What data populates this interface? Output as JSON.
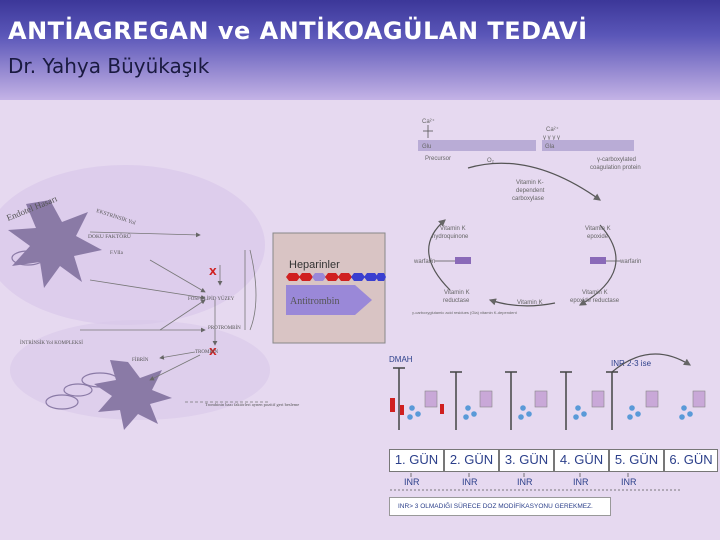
{
  "slide": {
    "title": "ANTİAGREGAN ve ANTİKOAGÜLAN TEDAVİ",
    "subtitle": "Dr. Yahya Büyükaşık"
  },
  "coag_diagram": {
    "label_endothel": "Endotel Hasarı",
    "label_extrinsic": "EKSTRİNSİK Yol",
    "label_tissue_factor": "DOKU FAKTÖRÜ",
    "label_f7": "F.VIIa",
    "label_phospholipid": "FOSFOLİPİD YÜZEY",
    "label_intrinsic": "İNTRİNSİK Yol KOMPLEKSİ",
    "label_prothrombin": "PROTROMBİN",
    "label_thrombin": "TROMBİN",
    "label_fibrin": "FİBRİN",
    "label_caption": "Trombinin bazı faktörleri aynen pozitif geri besleme"
  },
  "heparin_box": {
    "label_heparin": "Heparinler",
    "label_antithrombin": "Antitrombin"
  },
  "vitk_cycle": {
    "ca_top": "Ca²⁺",
    "ca_right": "Ca²⁺",
    "gammas": "γ γ γ γ",
    "glu": "Glu",
    "gla": "Gla",
    "precursor": "Precursor",
    "o2": "O₂",
    "gamma_carboxylated": "γ-carboxylated coagulation protein",
    "carboxylase": "Vitamin K-dependent carboxylase",
    "hydroquinone": "Vitamin K hydroquinone",
    "epoxide": "Vitamin K epoxide",
    "warfarin_left": "warfarin",
    "warfarin_right": "warfarin",
    "reductase": "Vitamin K reductase",
    "vitamin_k": "Vitamin K",
    "epoxide_reductase": "Vitamin K epoxide reductase",
    "footnote": "γ-carboxyglutamic acid residues (Gla) vitamin K-dependent"
  },
  "dosing": {
    "dmah": "DMAH",
    "inr_target": "INR 2-3 ise",
    "days": [
      "1. GÜN",
      "2. GÜN",
      "3. GÜN",
      "4. GÜN",
      "5. GÜN",
      "6. GÜN"
    ],
    "inr_labels": [
      "INR",
      "INR",
      "INR",
      "INR",
      "INR"
    ],
    "note": "INR> 3 OLMADIĞI SÜRECE DOZ MODİFİKASYONU GEREKMEZ."
  },
  "colors": {
    "header_dark": "#3c3799",
    "background": "#e6d9f0",
    "heparin_box": "#d9c4c4",
    "antithrombin": "#9a88d8",
    "accent_red": "#d02020",
    "text_blue": "#2b3f8a"
  }
}
